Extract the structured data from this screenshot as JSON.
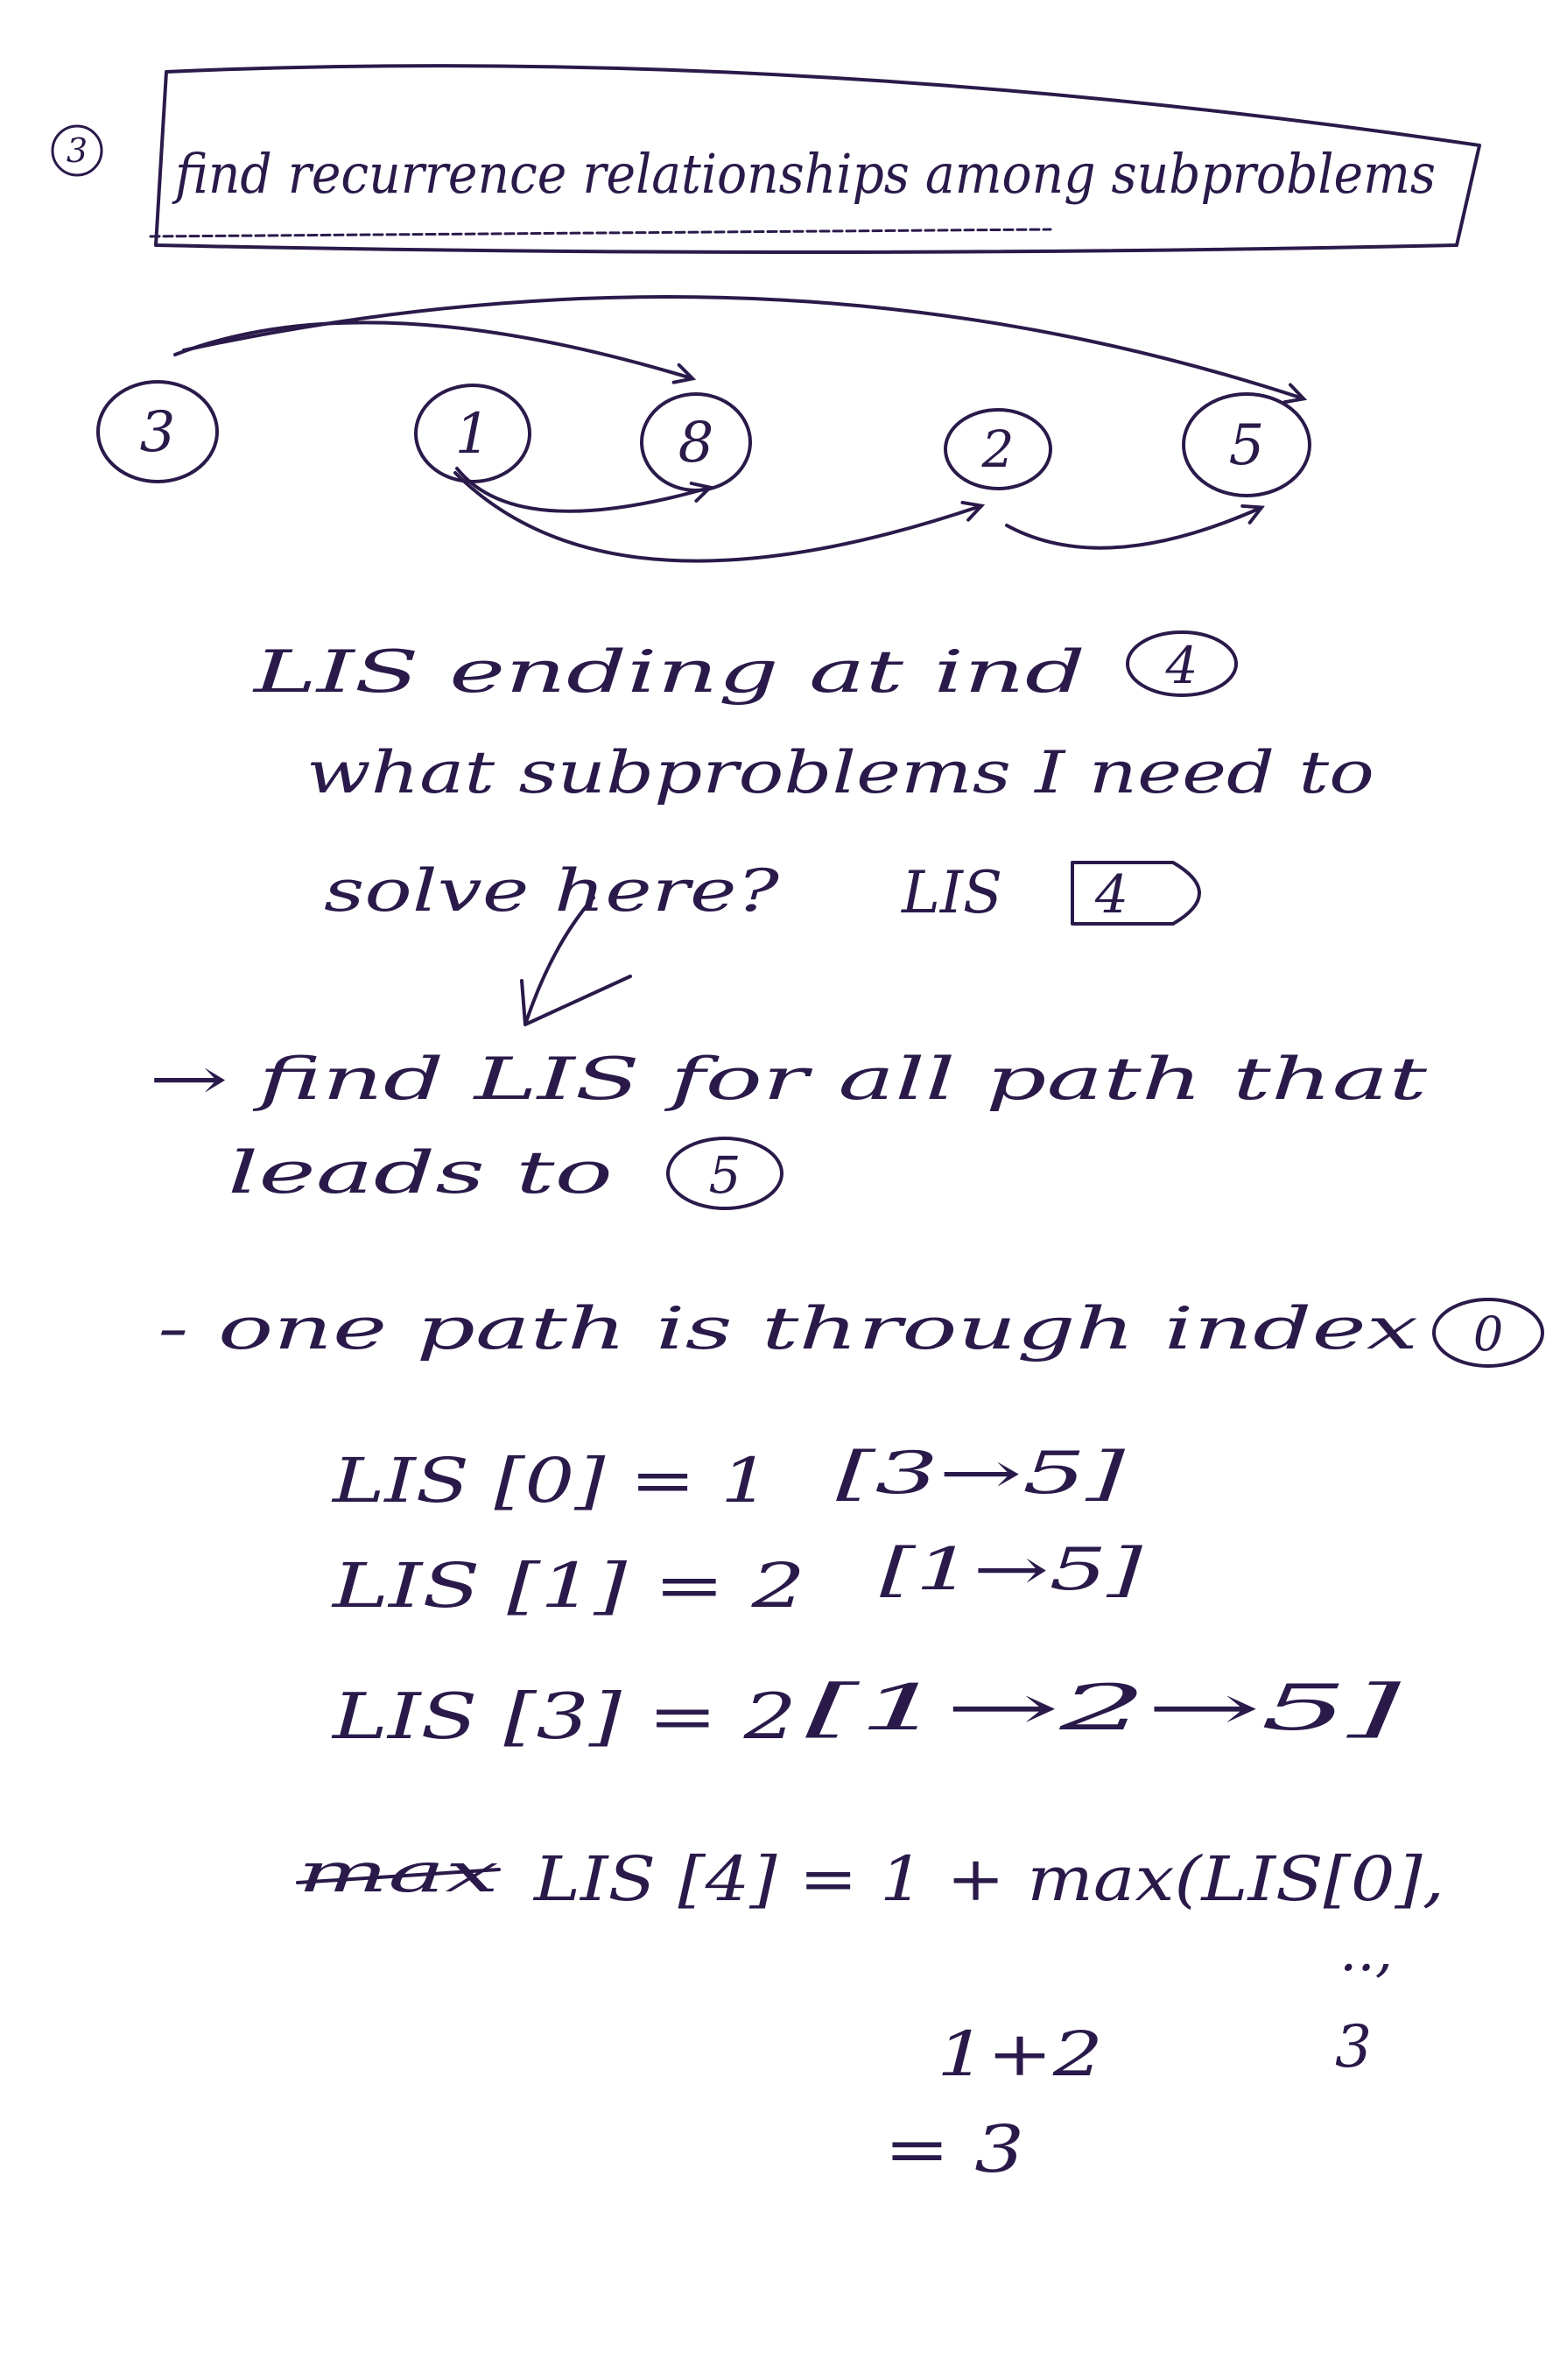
{
  "ink_color": "#2a1a4a",
  "heading": {
    "step_number": "3",
    "text": "find recurrence relationships among subproblems"
  },
  "diagram": {
    "nodes": [
      "3",
      "1",
      "8",
      "2",
      "5"
    ],
    "edges": [
      {
        "from": "3",
        "to": "8"
      },
      {
        "from": "3",
        "to": "5"
      },
      {
        "from": "1",
        "to": "8"
      },
      {
        "from": "1",
        "to": "2"
      },
      {
        "from": "2",
        "to": "5"
      }
    ]
  },
  "notes": {
    "line1": "LIS ending at ind",
    "line1_index": "4",
    "line2": "what subproblems I need to",
    "line3": "solve here?",
    "line3_lis": "LIS",
    "line3_index": "4",
    "line4": "→ find LIS for all path that",
    "line5": "leads to",
    "line5_node": "5",
    "line6": "- one path is through index",
    "line6_index": "0"
  },
  "equations": [
    {
      "lhs": "LIS [0] = 1",
      "path": "[3→5]"
    },
    {
      "lhs": "LIS [1] = 2",
      "path": "[1→5]"
    },
    {
      "lhs": "LIS [3] = 2",
      "path": "[1→2→5]"
    }
  ],
  "max_line": {
    "struck": "max",
    "text": "LIS [4] = 1 + max(LIS[0],"
  },
  "continuation": {
    "dots": "..,",
    "value": "3"
  },
  "result": {
    "sum": "1+2",
    "equals": "= 3"
  }
}
